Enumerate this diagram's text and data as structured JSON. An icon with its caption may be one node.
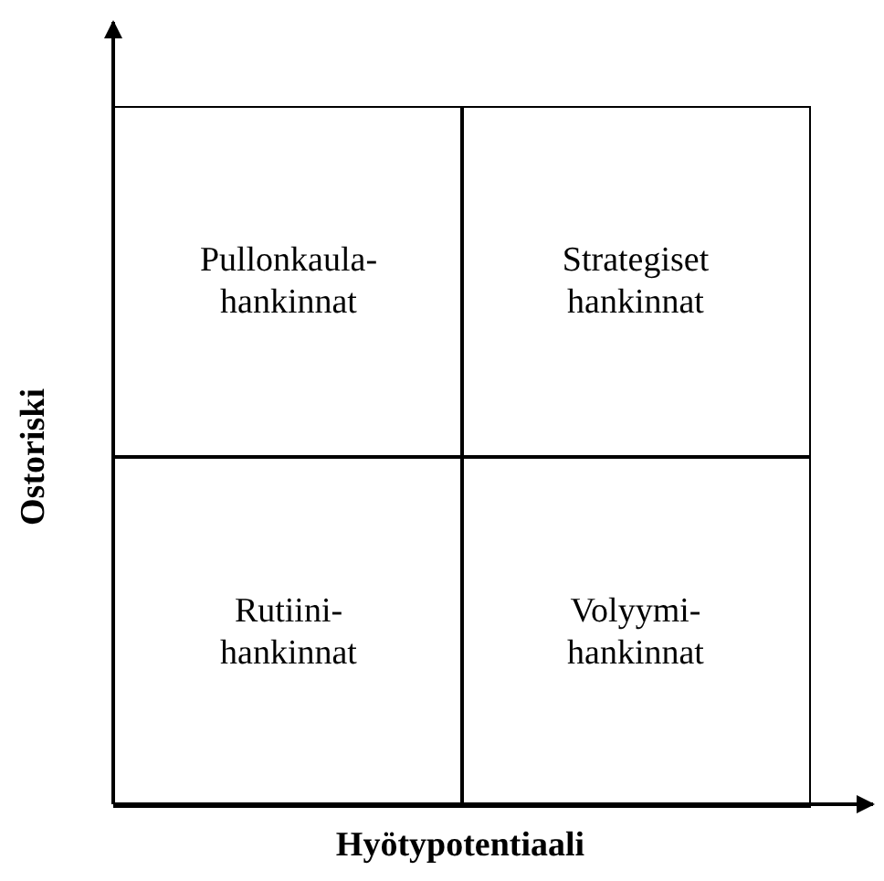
{
  "diagram": {
    "nodes": [
      {
        "text": [
          "Pullonkaula- hankinnat"
        ]
      },
      {
        "text": [
          "Strategiset hankinnat"
        ]
      },
      {
        "text": [
          "Rutiini- hankinnat"
        ]
      },
      {
        "text": [
          "Volyymi- hankinnat"
        ]
      }
    ],
    "labels": [
      "Ostoriski",
      "Hyötypotentiaali"
    ]
  }
}
